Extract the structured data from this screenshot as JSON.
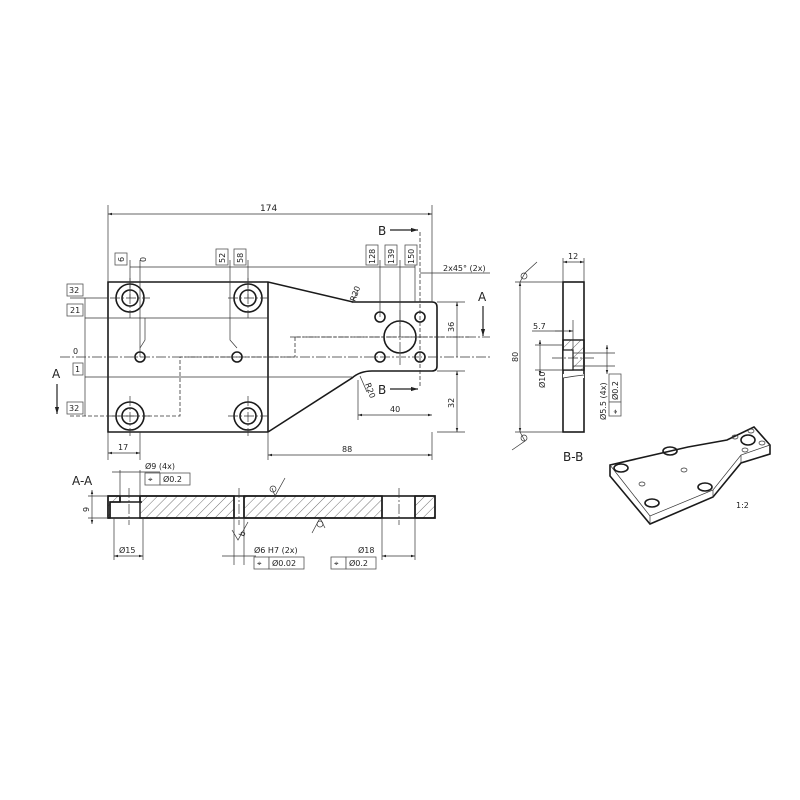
{
  "drawing": {
    "type": "mechanical technical drawing",
    "main_view": {
      "overall_width": "174",
      "baseline_dims_top": [
        "6",
        "0",
        "52",
        "58",
        "128",
        "139",
        "150"
      ],
      "baseline_dims_left": [
        "32",
        "21",
        "0",
        "1",
        "32"
      ],
      "chamfer": "2x45° (2x)",
      "radius_top": "R20",
      "radius_bottom": "R20",
      "dim_36": "36",
      "dim_32": "32",
      "dim_40": "40",
      "dim_88": "88",
      "dim_17": "17",
      "section_a_label": "A",
      "section_b_label": "B"
    },
    "section_aa": {
      "title": "A-A",
      "counterbore_label": "Ø9 (4x)",
      "counterbore_tol_symbol": "⌖",
      "counterbore_tol": "Ø0.2",
      "thickness": "9",
      "cbore_diameter": "Ø15",
      "pin_hole_label": "Ø6 H7 (2x)",
      "pin_hole_tol_symbol": "⌖",
      "pin_hole_tol": "Ø0.02",
      "bore_label": "Ø18",
      "bore_tol_symbol": "⌖",
      "bore_tol": "Ø0.2",
      "surface_mark": "b"
    },
    "section_bb": {
      "title": "B-B",
      "thickness": "12",
      "height": "80",
      "cbore_depth": "5.7",
      "cbore_dia": "Ø10",
      "hole_label": "Ø5.5 (4x)",
      "hole_tol_symbol": "⌖",
      "hole_tol": "Ø0.2"
    },
    "iso_view": {
      "scale": "1:2"
    }
  }
}
